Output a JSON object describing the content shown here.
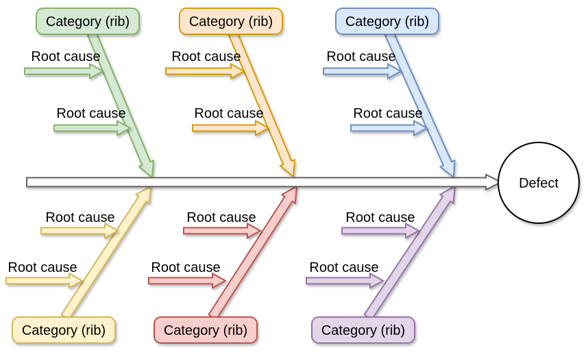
{
  "defect": {
    "label": "Defect"
  },
  "colors": {
    "spine_stroke": "#616161",
    "spine_fill": "#ffffff",
    "defect_stroke": "#000000",
    "defect_fill": "#ffffff",
    "text": "#000000"
  },
  "ribs": [
    {
      "id": "top-1-green",
      "label": "Category (rib)",
      "fill": "#d5e8d4",
      "stroke": "#82b366",
      "root_causes": [
        "Root cause",
        "Root cause"
      ]
    },
    {
      "id": "top-2-orange",
      "label": "Category (rib)",
      "fill": "#ffe6cc",
      "stroke": "#d79b00",
      "root_causes": [
        "Root cause",
        "Root cause"
      ]
    },
    {
      "id": "top-3-blue",
      "label": "Category (rib)",
      "fill": "#dae8fc",
      "stroke": "#6c8ebf",
      "root_causes": [
        "Root cause",
        "Root cause"
      ]
    },
    {
      "id": "bottom-1-yellow",
      "label": "Category (rib)",
      "fill": "#fff2cc",
      "stroke": "#d6b656",
      "root_causes": [
        "Root cause",
        "Root cause"
      ]
    },
    {
      "id": "bottom-2-red",
      "label": "Category (rib)",
      "fill": "#f8cecc",
      "stroke": "#b85450",
      "root_causes": [
        "Root cause",
        "Root cause"
      ]
    },
    {
      "id": "bottom-3-purple",
      "label": "Category (rib)",
      "fill": "#e1d5e7",
      "stroke": "#9673a6",
      "root_causes": [
        "Root cause",
        "Root cause"
      ]
    }
  ]
}
